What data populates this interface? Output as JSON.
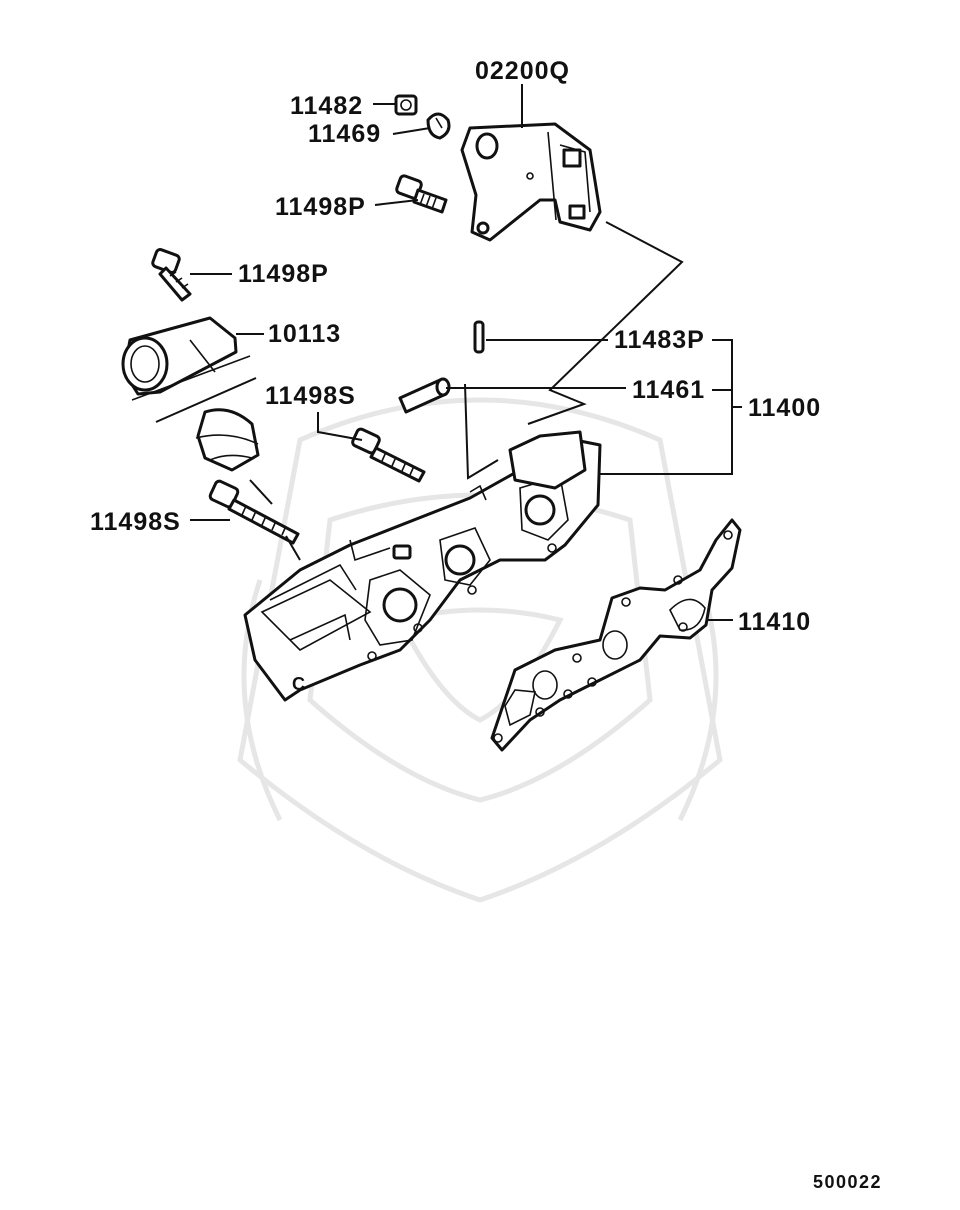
{
  "labels": {
    "p02200Q": "02200Q",
    "p11482": "11482",
    "p11469": "11469",
    "p11498P_a": "11498P",
    "p11498P_b": "11498P",
    "p10113": "10113",
    "p11483P": "11483P",
    "p11461": "11461",
    "p11400": "11400",
    "p11498S_a": "11498S",
    "p11498S_b": "11498S",
    "p11410": "11410",
    "diagram_code": "500022"
  }
}
